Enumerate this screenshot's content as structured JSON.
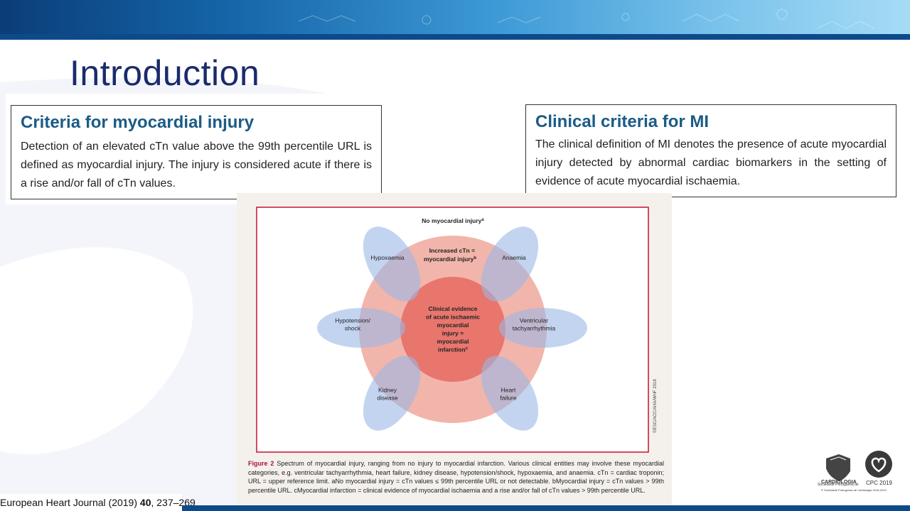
{
  "slide": {
    "title": "Introduction",
    "source_journal": "European Heart Journal (2019) ",
    "source_volume": "40",
    "source_pages": ", 237–269"
  },
  "colors": {
    "title": "#1a2a6c",
    "criteria_heading": "#1b5b86",
    "figure_label": "#b0103a",
    "banner_dark": "#0b3d78",
    "banner_light": "#7cc4ec"
  },
  "criteria_injury": {
    "heading": "Criteria for myocardial injury",
    "body": "Detection of an elevated cTn value above the 99th percentile URL is defined as myocardial injury. The injury is considered acute if there is a rise and/or fall of cTn values."
  },
  "criteria_mi": {
    "heading": "Clinical criteria for MI",
    "body": "The clinical definition of MI denotes the presence of acute myocardial injury detected by abnormal cardiac biomarkers in the setting of evidence of acute myocardial ischaemia."
  },
  "figure": {
    "outer_label": "No myocardial injury",
    "outer_sup": "a",
    "middle_label_1": "Increased cTn =",
    "middle_label_2": "myocardial injury",
    "middle_sup": "b",
    "center_lines": [
      "Clinical evidence",
      "of acute ischaemic",
      "myocardial",
      "injury =",
      "myocardial",
      "infarction"
    ],
    "center_sup": "c",
    "petals": [
      {
        "lines": [
          "Hypoxaemia"
        ]
      },
      {
        "lines": [
          "Anaemia"
        ]
      },
      {
        "lines": [
          "Hypotension/",
          "shock"
        ]
      },
      {
        "lines": [
          "Ventricular",
          "tachyarrhythmia"
        ]
      },
      {
        "lines": [
          "Kidney",
          "disease"
        ]
      },
      {
        "lines": [
          "Heart",
          "failure"
        ]
      }
    ],
    "copyright": "©ESC/ACC/AHA/WHF 2018",
    "caption_label": "Figure 2",
    "caption_text": " Spectrum of myocardial injury, ranging from no injury to myocardial infarction. Various clinical entities may involve these myocardial categories, e.g. ventricular tachyarrhythmia, heart failure, kidney disease, hypotension/shock, hypoxaemia, and anaemia. cTn = cardiac troponin; URL = upper reference limit. aNo myocardial injury = cTn values ≤ 99th percentile URL or not detectable. bMyocardial injury = cTn values > 99th percentile URL. cMyocardial infarction = clinical evidence of myocardial ischaemia and a rise and/or fall of cTn values > 99th percentile URL."
  },
  "logos": {
    "spc_line1": "Sociedade Portuguesa de",
    "spc_line2": "CARDIOLOGIA",
    "cpc_label": "CPC 2019",
    "footer_note": "© Sociedade Portuguesa de Cardiologia 2018-2019"
  }
}
